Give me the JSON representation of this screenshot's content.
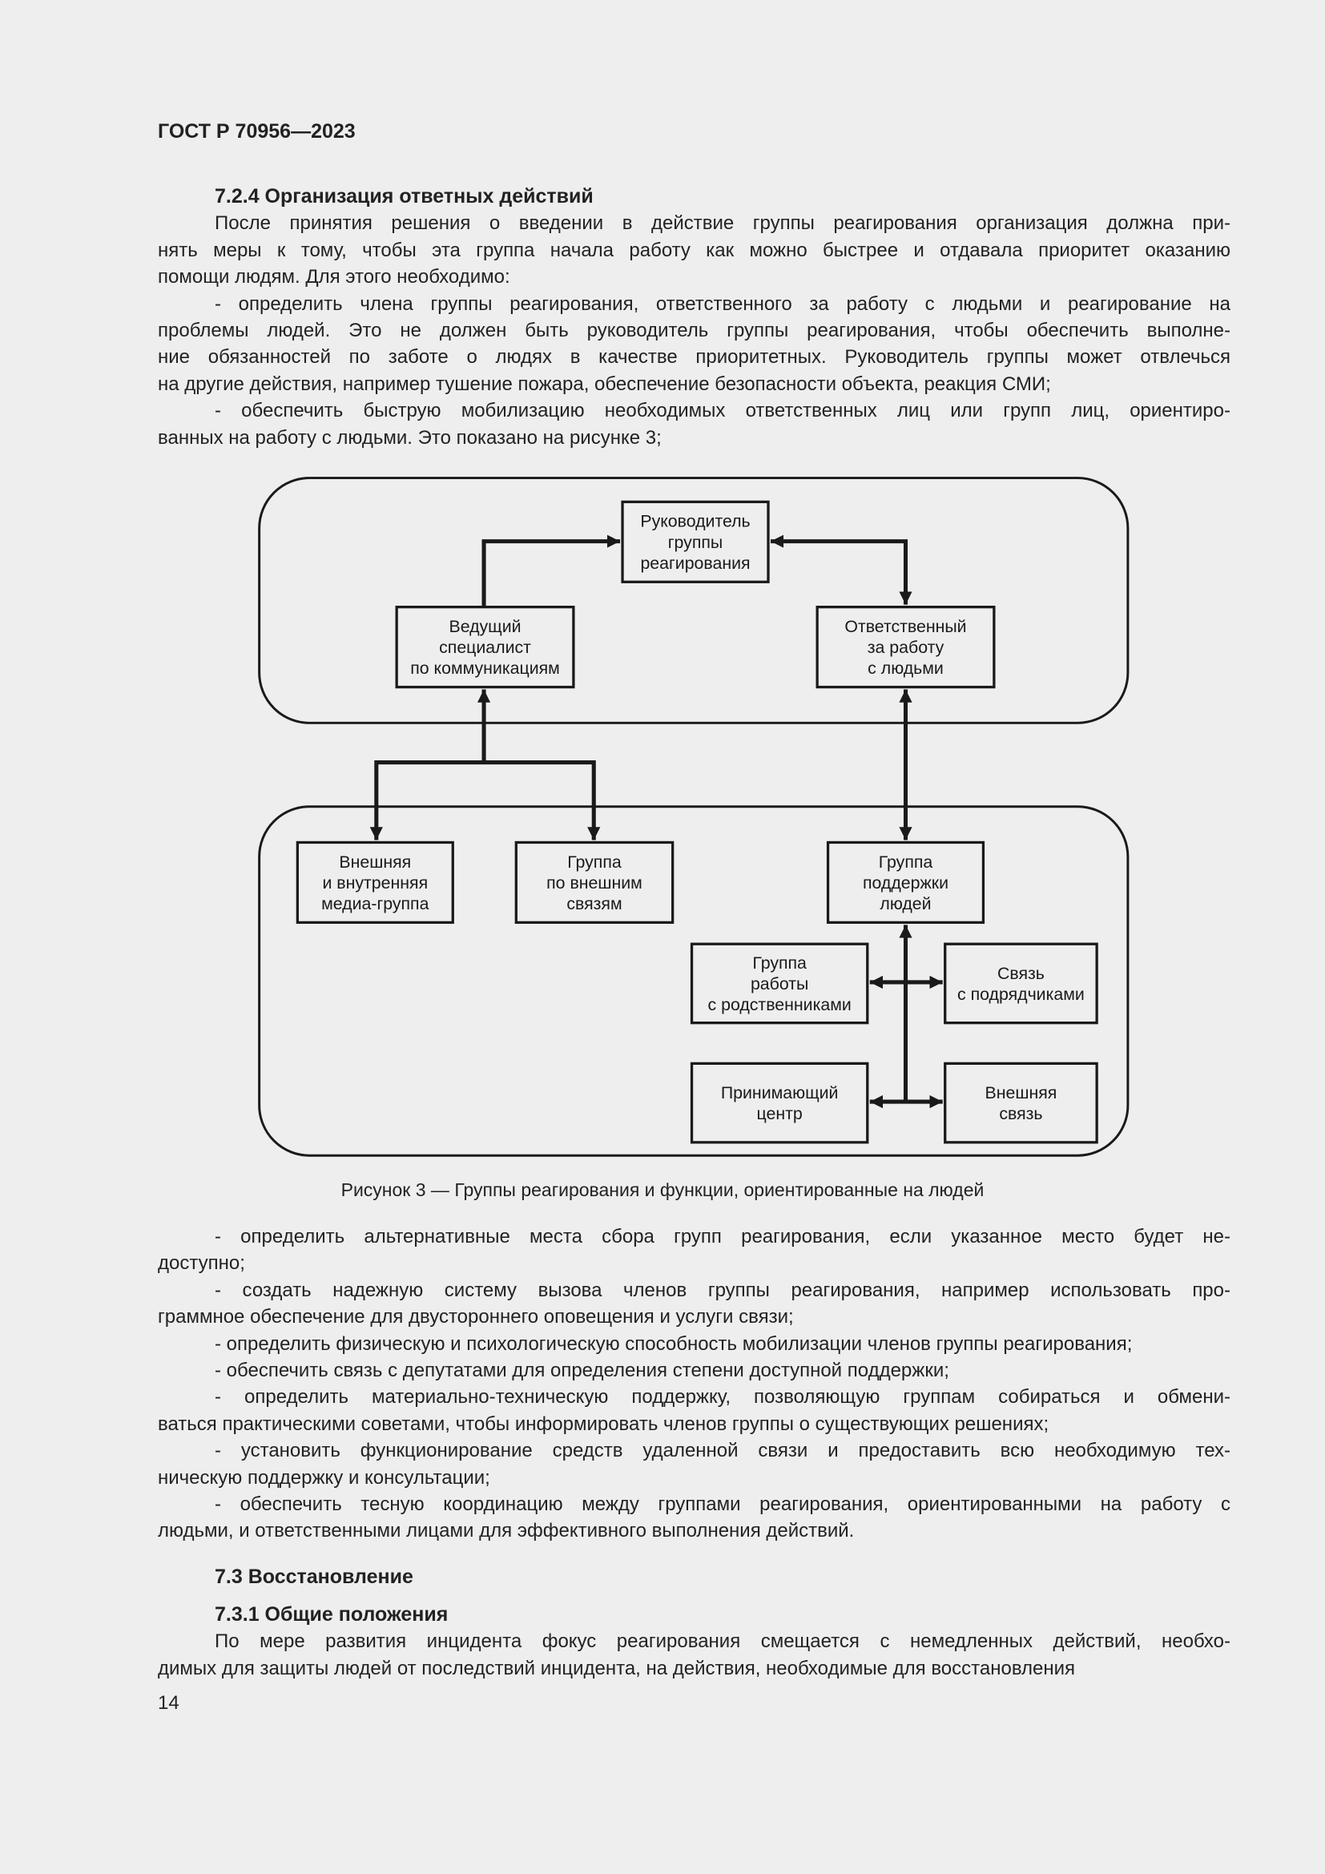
{
  "header": {
    "doc_id": "ГОСТ Р 70956—2023"
  },
  "section_724": {
    "heading": "7.2.4 Организация ответных действий",
    "paragraphs": [
      [
        "После принятия решения о введении в действие группы реагирования организация должна при-",
        "нять меры к тому, чтобы эта группа начала работу как можно быстрее и отдавала приоритет оказанию",
        "помощи людям. Для этого необходимо:"
      ],
      [
        "- определить члена группы реагирования, ответственного за работу с людьми и реагирование на",
        "проблемы людей. Это не должен быть руководитель группы реагирования, чтобы обеспечить выполне-",
        "ние обязанностей по заботе о людях в качестве приоритетных. Руководитель группы может отвлечься",
        "на другие действия, например тушение пожара, обеспечение безопасности объекта, реакция СМИ;"
      ],
      [
        "- обеспечить быструю мобилизацию необходимых ответственных лиц или групп лиц, ориентиро-",
        "ванных на работу с людьми. Это показано на рисунке 3;"
      ]
    ]
  },
  "figure": {
    "caption": "Рисунок 3 — Группы реагирования и функции, ориентированные на людей",
    "nodes": [
      {
        "id": "head",
        "lines": [
          "Руководитель",
          "группы",
          "реагирования"
        ]
      },
      {
        "id": "comm",
        "lines": [
          "Ведущий",
          "специалист",
          "по коммуникациям"
        ]
      },
      {
        "id": "people",
        "lines": [
          "Ответственный",
          "за работу",
          "с людьми"
        ]
      },
      {
        "id": "media",
        "lines": [
          "Внешняя",
          "и внутренняя",
          "медиа-группа"
        ]
      },
      {
        "id": "external",
        "lines": [
          "Группа",
          "по внешним",
          "связям"
        ]
      },
      {
        "id": "support",
        "lines": [
          "Группа",
          "поддержки",
          "людей"
        ]
      },
      {
        "id": "relatives",
        "lines": [
          "Группа",
          "работы",
          "с родственниками"
        ]
      },
      {
        "id": "contractors",
        "lines": [
          "Связь",
          "с подрядчиками"
        ]
      },
      {
        "id": "reception",
        "lines": [
          "Принимающий",
          "центр"
        ]
      },
      {
        "id": "extcomm",
        "lines": [
          "Внешняя",
          "связь"
        ]
      }
    ]
  },
  "after_figure": {
    "paragraphs": [
      [
        "- определить альтернативные места сбора групп реагирования, если указанное место будет не-",
        "доступно;"
      ],
      [
        "- создать надежную систему вызова членов группы реагирования, например использовать про-",
        "граммное обеспечение для двустороннего оповещения и услуги связи;"
      ],
      [
        "- определить физическую и психологическую способность мобилизации членов группы реагирования;"
      ],
      [
        "- обеспечить связь с депутатами для определения степени доступной поддержки;"
      ],
      [
        "- определить материально-техническую поддержку, позволяющую группам собираться и обмени-",
        "ваться практическими советами, чтобы информировать членов группы о существующих решениях;"
      ],
      [
        "- установить функционирование средств удаленной связи и предоставить всю необходимую тех-",
        "ническую поддержку и консультации;"
      ],
      [
        "- обеспечить тесную координацию между группами реагирования, ориентированными на работу с",
        "людьми, и ответственными лицами для эффективного выполнения действий."
      ]
    ]
  },
  "section_73": {
    "heading": "7.3 Восстановление"
  },
  "section_731": {
    "heading": "7.3.1 Общие положения",
    "paragraphs": [
      [
        "По мере развития инцидента фокус реагирования смещается с немедленных действий, необхо-",
        "димых для защиты людей от последствий инцидента, на действия, необходимые для восстановления"
      ]
    ]
  },
  "footer": {
    "page_number": "14"
  }
}
